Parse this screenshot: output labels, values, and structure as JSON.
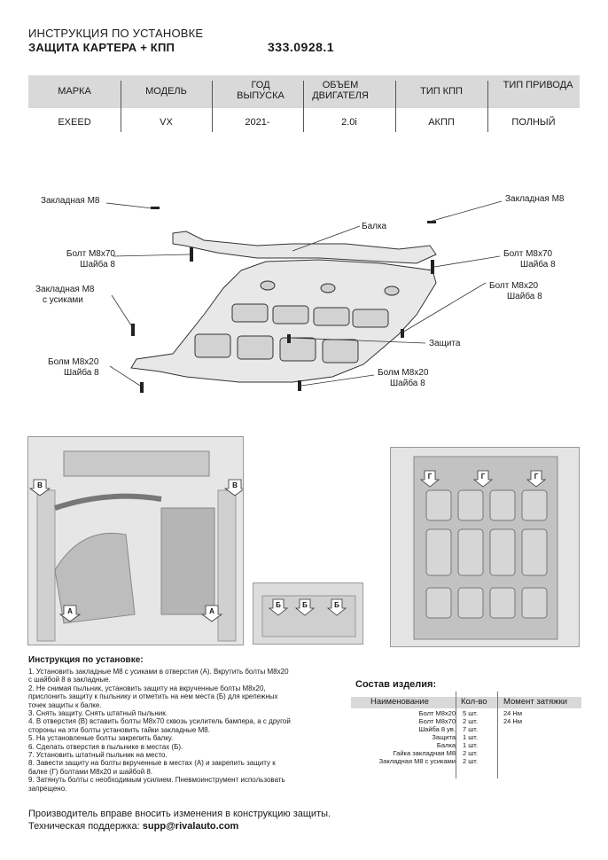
{
  "header": {
    "title_line1": "ИНСТРУКЦИЯ ПО УСТАНОВКЕ",
    "title_line2": "ЗАЩИТА КАРТЕРА + КПП",
    "doc_code": "333.0928.1"
  },
  "spec_table": {
    "columns": [
      {
        "header": "МАРКА",
        "value": "EXEED"
      },
      {
        "header": "МОДЕЛЬ",
        "value": "VX"
      },
      {
        "header": "ГОД ВЫПУСКА",
        "value": "2021-"
      },
      {
        "header": "ОБЪЕМ ДВИГАТЕЛЯ",
        "value": "2.0i"
      },
      {
        "header": "ТИП КПП",
        "value": "АКПП"
      },
      {
        "header": "ТИП ПРИВОДА",
        "value": "ПОЛНЫЙ"
      }
    ]
  },
  "diagram_labels": {
    "zakladnaya_left": "Закладная М8",
    "zakladnaya_right": "Закладная М8",
    "balka": "Балка",
    "bolt_left_1": "Болт М8х70",
    "bolt_left_2": "Шайба 8",
    "bolt_right_1": "Болт М8х70",
    "bolt_right_2": "Шайба 8",
    "usiki_1": "Закладная М8",
    "usiki_2": "с усиками",
    "bolt20_right_1": "Болт М8х20",
    "bolt20_right_2": "Шайба 8",
    "zashita": "Защита",
    "bolm_left_1": "Болм М8х20",
    "bolm_left_2": "Шайба 8",
    "bolm_mid_1": "Болм М8х20",
    "bolm_mid_2": "Шайба 8"
  },
  "photo_markers": {
    "a": "А",
    "b": "Б",
    "v": "В",
    "g": "Г"
  },
  "instructions": {
    "title": "Инструкция по установке:",
    "steps": [
      "1. Установить закладные М8 с усиками в отверстия (А). Вкрутить болты М8х20",
      "с шайбой 8 в закладные.",
      "2. Не снимая пыльник, установить защиту на вкрученные болты М8х20,",
      "прислонить защиту к пыльнику и отметить на нем места (Б) для крепежных",
      "точек защиты к балке.",
      "3. Снять защиту. Снять штатный пыльник.",
      "4. В отверстия (В) вставить болты М8х70 сквозь усилитель бампера, а с другой",
      "стороны на эти болты установить гайки закладные М8.",
      "5. На установленые болты закрепить балку.",
      "6. Сделать отверстия в пыльнике в местах (Б).",
      "7. Установить штатный пыльник на место.",
      "8. Завести защиту на болты вкрученные в местах (А) и закрепить защиту к",
      "балке (Г) болтами М8х20 и шайбой 8.",
      "9. Затянуть болты с необходимым усилием. Пневмоинструмент использовать",
      "запрещено."
    ]
  },
  "composition": {
    "title": "Состав изделия:",
    "headers": {
      "name": "Наименование",
      "qty": "Кол-во",
      "torque": "Момент затяжки"
    },
    "rows": [
      {
        "name": "Болт М8х20",
        "qty": "5 шт.",
        "torque": "24 Нм"
      },
      {
        "name": "Болт М8х70",
        "qty": "2 шт.",
        "torque": "24 Нм"
      },
      {
        "name": "Шайба 8 ув.",
        "qty": "7 шт.",
        "torque": ""
      },
      {
        "name": "Защита",
        "qty": "1 шт.",
        "torque": ""
      },
      {
        "name": "Балка",
        "qty": "1 шт.",
        "torque": ""
      },
      {
        "name": "Гайка закладная М8",
        "qty": "2 шт.",
        "torque": ""
      },
      {
        "name": "Закладная М8 с усиками",
        "qty": "2 шт.",
        "torque": ""
      }
    ]
  },
  "footer": {
    "note": "Производитель вправе вносить изменения в конструкцию защиты.",
    "support_label": "Техническая поддержка:",
    "support_email": "supp@rivalauto.com"
  }
}
